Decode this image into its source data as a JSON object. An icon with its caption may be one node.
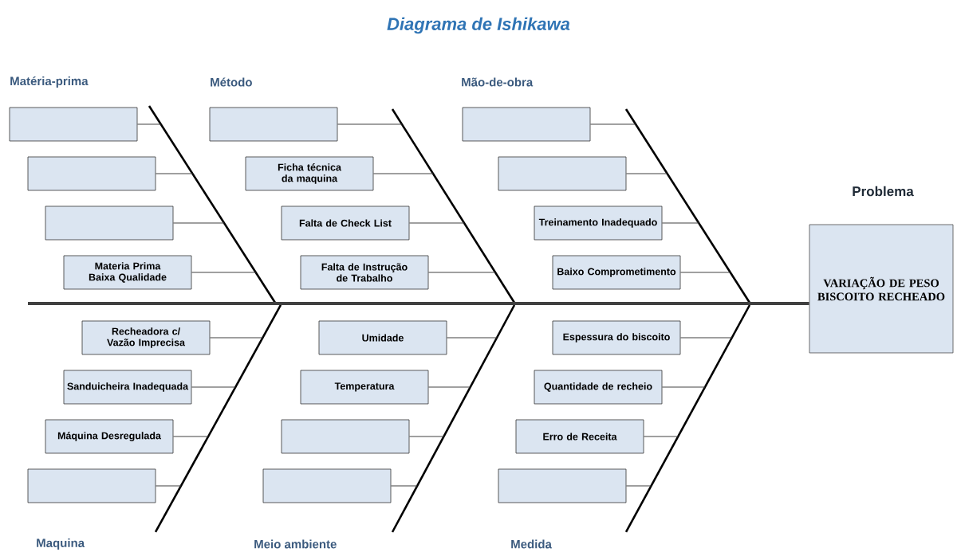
{
  "diagram": {
    "title": "Diagrama de Ishikawa",
    "nodes": [
      {
        "text": [],
        "shape": "box"
      },
      {
        "text": [],
        "shape": "box"
      },
      {
        "text": [],
        "shape": "box"
      },
      {
        "text": [
          "Materia Prima Baixa Qualidade"
        ]
      },
      {
        "text": [],
        "shape": "box"
      },
      {
        "text": [
          "Ficha técnica da maquina"
        ]
      },
      {
        "text": [
          "Falta de Check List"
        ]
      },
      {
        "text": [
          "Falta de Instrução de Trabalho"
        ]
      },
      {
        "text": [],
        "shape": "box"
      },
      {
        "text": [],
        "shape": "box"
      },
      {
        "text": [
          "Treinamento Inadequado"
        ]
      },
      {
        "text": [
          "Baixo Comprometimento"
        ]
      },
      {
        "text": [
          "Recheadora c/ Vazão Imprecisa"
        ]
      },
      {
        "text": [
          "Sanduicheira Inadequada"
        ]
      },
      {
        "text": [
          "Máquina Desregulada"
        ]
      },
      {
        "text": [],
        "shape": "box"
      },
      {
        "text": [
          "Umidade"
        ]
      },
      {
        "text": [
          "Temperatura"
        ]
      },
      {
        "text": [],
        "shape": "box"
      },
      {
        "text": [],
        "shape": "box"
      },
      {
        "text": [
          "Espessura do biscoito"
        ]
      },
      {
        "text": [
          "Quantidade de recheio"
        ]
      },
      {
        "text": [
          "Erro de Receita"
        ]
      },
      {
        "text": [],
        "shape": "box"
      },
      {
        "text": [
          "Problema",
          "VARIAÇÃO DE PESO BISCOITO RECHEADO"
        ]
      }
    ],
    "edges": [
      {
        "from": 0,
        "to": null,
        "arrow": "none"
      },
      {
        "from": 1,
        "to": null,
        "arrow": "none"
      },
      {
        "from": 2,
        "to": null,
        "arrow": "none"
      },
      {
        "from": 3,
        "to": null,
        "arrow": "none"
      },
      {
        "from": 4,
        "to": null,
        "arrow": "none"
      },
      {
        "from": 5,
        "to": null,
        "arrow": "none"
      },
      {
        "from": 6,
        "to": null,
        "arrow": "none"
      },
      {
        "from": 7,
        "to": null,
        "arrow": "none"
      },
      {
        "from": 8,
        "to": null,
        "arrow": "none"
      },
      {
        "from": 9,
        "to": null,
        "arrow": "none"
      },
      {
        "from": 10,
        "to": null,
        "arrow": "none"
      },
      {
        "from": 11,
        "to": null,
        "arrow": "none"
      },
      {
        "from": 12,
        "to": null,
        "arrow": "none"
      },
      {
        "from": 13,
        "to": null,
        "arrow": "none"
      },
      {
        "from": 14,
        "to": null,
        "arrow": "none"
      },
      {
        "from": 15,
        "to": null,
        "arrow": "none"
      },
      {
        "from": 16,
        "to": null,
        "arrow": "none"
      },
      {
        "from": 17,
        "to": null,
        "arrow": "none"
      },
      {
        "from": 18,
        "to": null,
        "arrow": "none"
      },
      {
        "from": 19,
        "to": null,
        "arrow": "none"
      },
      {
        "from": 20,
        "to": null,
        "arrow": "none"
      },
      {
        "from": 21,
        "to": null,
        "arrow": "none"
      },
      {
        "from": 22,
        "to": null,
        "arrow": "none"
      },
      {
        "from": 23,
        "to": null,
        "arrow": "none"
      },
      {
        "from": null,
        "to": 24,
        "arrow": "none",
        "style": "thick"
      }
    ],
    "labels": [
      "Matéria-prima",
      "Método",
      "Mão-de-obra",
      "Maquina",
      "Meio ambiente",
      "Medida"
    ]
  }
}
